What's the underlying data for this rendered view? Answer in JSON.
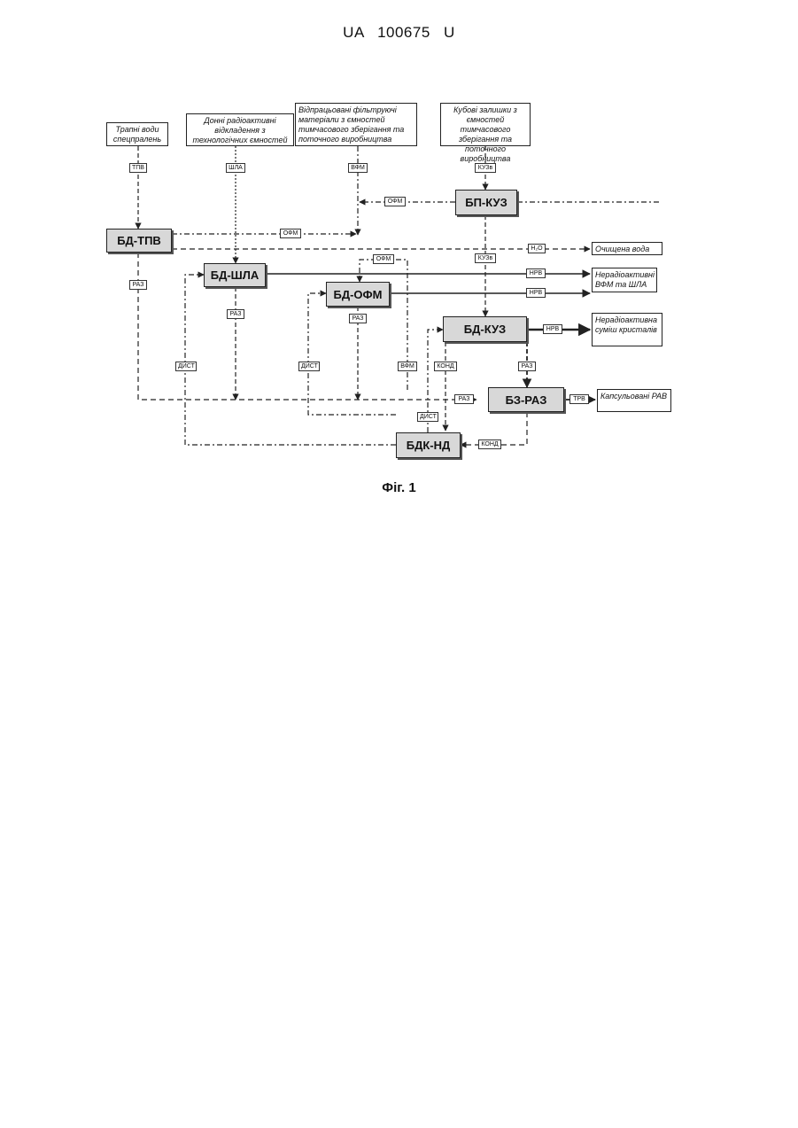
{
  "header": {
    "doc_number": "UA   100675   U"
  },
  "figure": {
    "caption": "Фіг. 1"
  },
  "sources": {
    "tpv": "Трапні води спецпралень",
    "shla": "Донні радіоактивні відкладення з технологічних ємностей",
    "vfm": "Відпрацьовані фільтруючі матеріали з ємностей тимчасового зберігання та поточного виробництва",
    "kuz": "Кубові залишки з ємностей тимчасового зберігання та поточного виробництва"
  },
  "blocks": {
    "bd_tpv": "БД-ТПВ",
    "bp_kuz": "БП-КУЗ",
    "bd_shla": "БД-ШЛА",
    "bd_ofm": "БД-ОФМ",
    "bd_kuz": "БД-КУЗ",
    "bz_raz": "БЗ-РАЗ",
    "bdk_nd": "БДК-НД"
  },
  "outputs": {
    "water": "Очищена вода",
    "vfm_shla": "Нерадіоактивні ВФМ та ШЛА",
    "crystals": "Нерадіоактивна суміш кристалів",
    "rav": "Капсульовані РАВ"
  },
  "tags": {
    "tpv": "ТПВ",
    "shla": "ШЛА",
    "vfm_top": "ВФМ",
    "kuz_top": "КУЗв",
    "ofm_bp": "ОФМ",
    "ofm_tpv": "ОФМ",
    "h2o": "H₂O",
    "ofm_loop": "ОФМ",
    "kuz_mid": "КУЗв",
    "nrv1": "НРВ",
    "nrv2": "НРВ",
    "raz_tpv": "РАЗ",
    "raz_shla": "РАЗ",
    "raz_ofm": "РАЗ",
    "nrv3": "НРВ",
    "dist1": "ДИСТ",
    "dist2": "ДИСТ",
    "vfm_mid": "ВФМ",
    "kond1": "КОНД",
    "raz_kuz": "РАЗ",
    "raz_main": "РАЗ",
    "trv": "ТРВ",
    "dist3": "ДИСТ",
    "kond2": "КОНД"
  }
}
